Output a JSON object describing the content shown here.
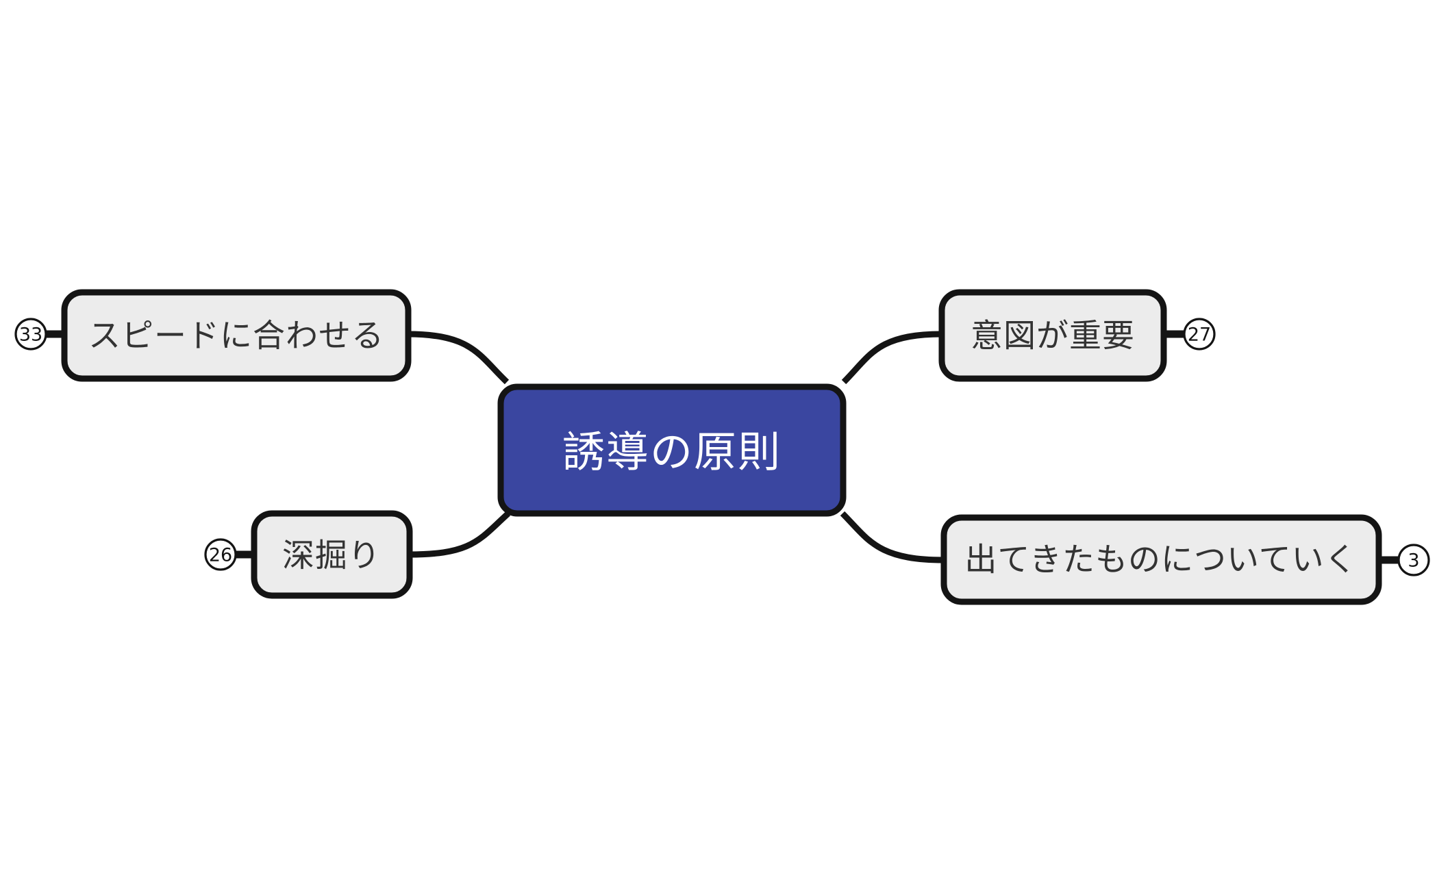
{
  "diagram": {
    "type": "mind-map",
    "background_color": "#ffffff",
    "root": {
      "label": "誘導の原則",
      "badge": "",
      "fill_color": "#3a46a0",
      "text_color": "#ffffff",
      "border_color": "#141414"
    },
    "branch_style": {
      "fill_color": "#ececec",
      "text_color": "#333333",
      "border_color": "#141414",
      "badge_fill": "#ffffff",
      "badge_text_color": "#141414"
    },
    "branches": [
      {
        "label": "スピードに合わせる",
        "badge": "33",
        "position": "top-left",
        "badge_side": "left"
      },
      {
        "label": "意図が重要",
        "badge": "27",
        "position": "top-right",
        "badge_side": "right"
      },
      {
        "label": "深掘り",
        "badge": "26",
        "position": "bottom-left",
        "badge_side": "left"
      },
      {
        "label": "出てきたものについていく",
        "badge": "3",
        "position": "bottom-right",
        "badge_side": "right"
      }
    ]
  }
}
